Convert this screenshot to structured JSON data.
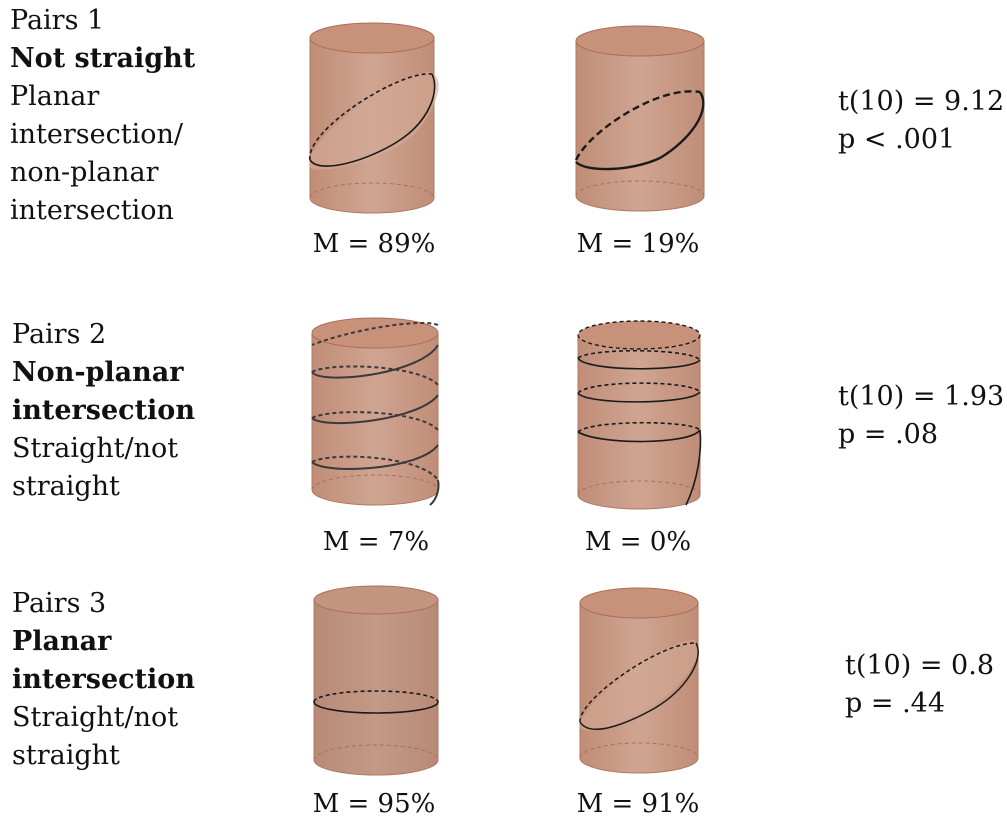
{
  "rows": [
    {
      "label_line1": "Pairs 1",
      "label_bold": [
        "Not straight"
      ],
      "label_rest": [
        "Planar",
        "intersection/",
        "non-planar",
        "intersection"
      ],
      "stat_t": "t(10) = 9.12",
      "stat_p": "p < .001",
      "mean_left": "M = 89%",
      "mean_right": "M = 19%"
    },
    {
      "label_line1": "Pairs 2",
      "label_bold": [
        "Non-planar",
        "intersection"
      ],
      "label_rest": [
        "Straight/not",
        "straight"
      ],
      "stat_t": "t(10) = 1.93",
      "stat_p": "p = .08",
      "mean_left": "M = 7%",
      "mean_right": "M = 0%"
    },
    {
      "label_line1": "Pairs 3",
      "label_bold": [
        "Planar",
        "intersection"
      ],
      "label_rest": [
        "Straight/not",
        "straight"
      ],
      "stat_t": "t(10) = 0.8",
      "stat_p": "p = .44",
      "mean_left": "M = 95%",
      "mean_right": "M = 91%"
    }
  ],
  "colors": {
    "cylinder_fill": "#c89a84",
    "cylinder_top": "#c8917a",
    "cylinder_edge": "#a9705a",
    "curve": "#1a1a1a"
  }
}
